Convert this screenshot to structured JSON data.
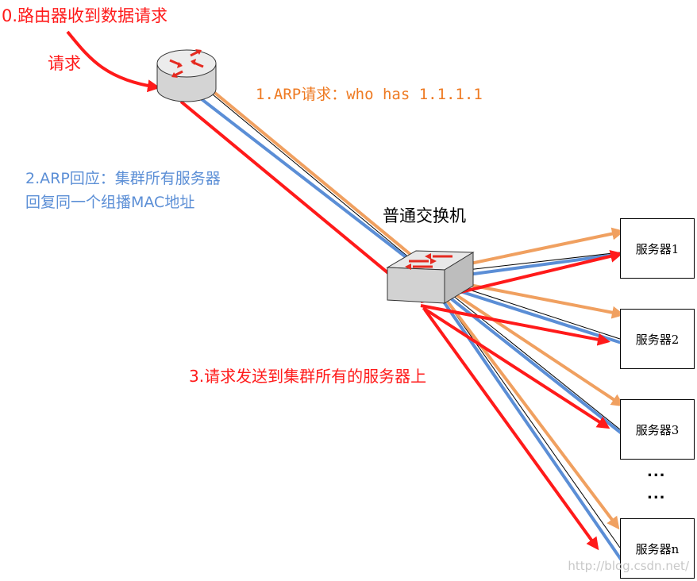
{
  "labels": {
    "step0": "0.路由器收到数据请求",
    "request": "请求",
    "step1": "1.ARP请求：who has 1.1.1.1",
    "step2_line1": "2.ARP回应：集群所有服务器",
    "step2_line2": "回复同一个组播MAC地址",
    "switch": "普通交换机",
    "step3": "3.请求发送到集群所有的服务器上"
  },
  "servers": [
    "服务器1",
    "服务器2",
    "服务器3",
    "服务器n"
  ],
  "ellipsis": [
    "...",
    "..."
  ],
  "watermark": "http://blog.csdn.net/",
  "colors": {
    "request": "#ff1a1a",
    "arp_request": "#f0a060",
    "arp_reply": "#5b8ed6",
    "wire": "#000000"
  }
}
